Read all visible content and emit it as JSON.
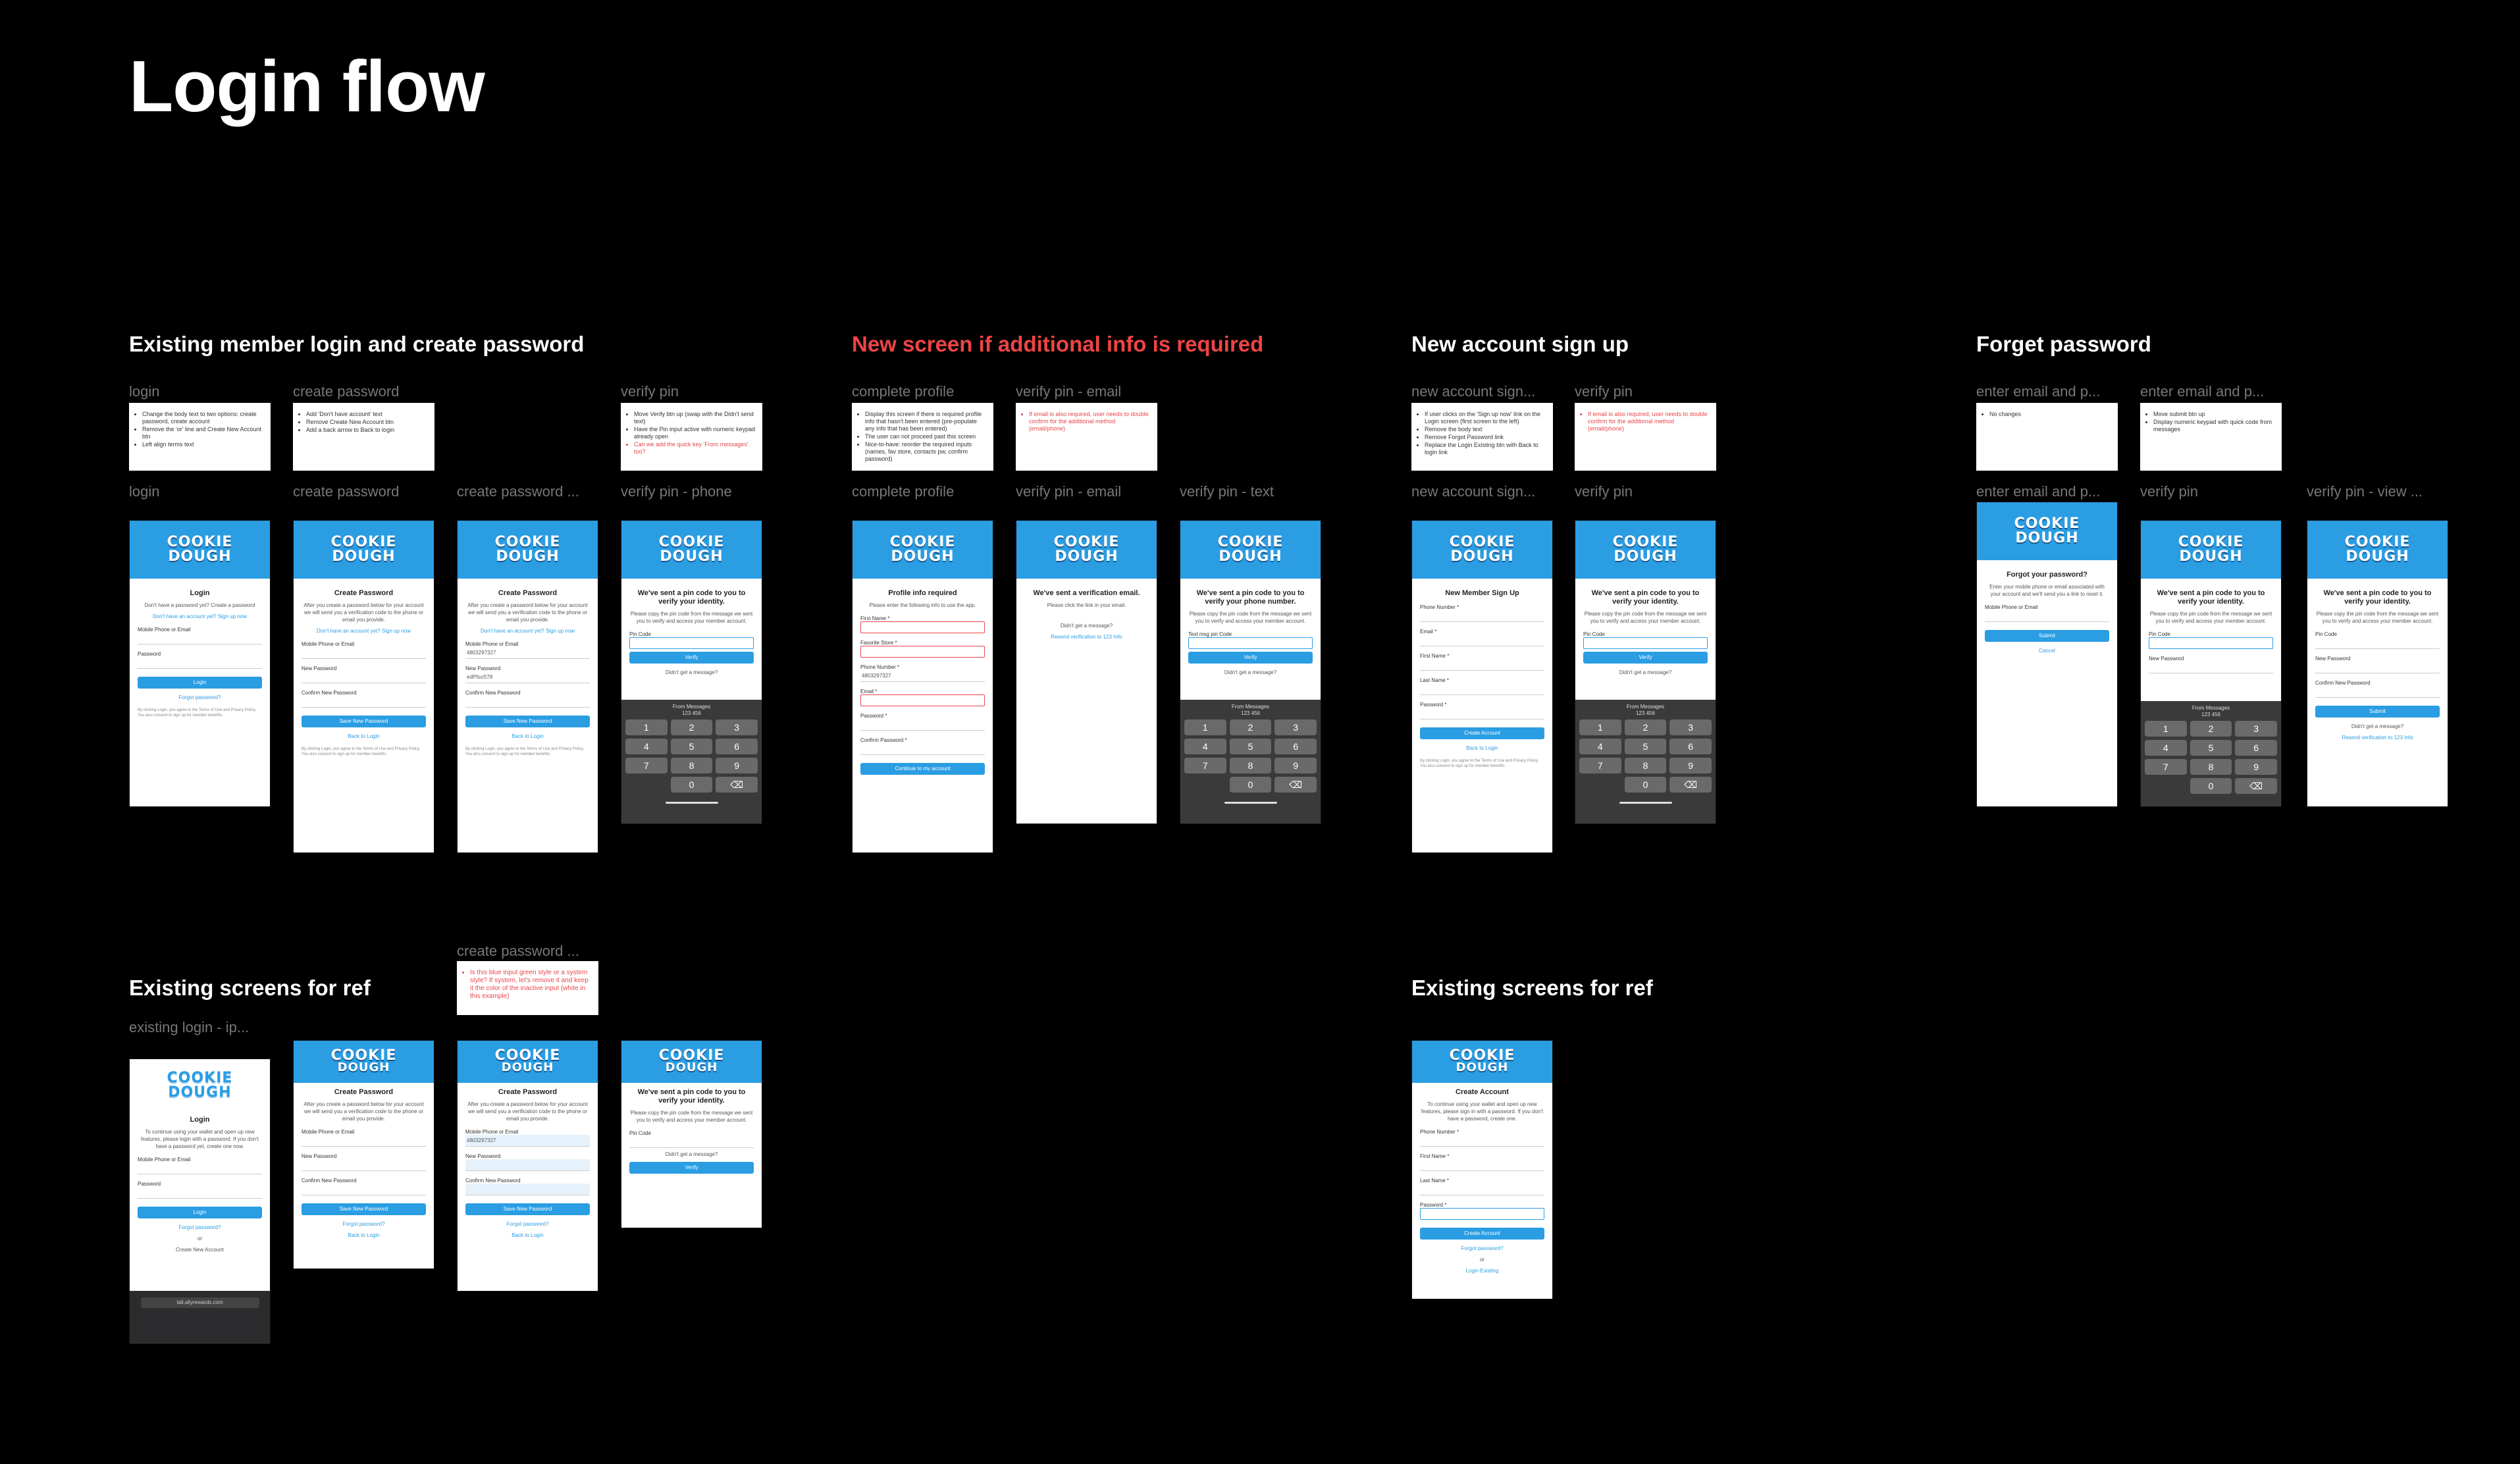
{
  "page": {
    "title": "Login flow"
  },
  "sections": {
    "existing_login": "Existing member login and create password",
    "new_screen": "New screen if additional info is required",
    "new_account": "New account sign up",
    "forget_password": "Forget password",
    "ref_left": "Existing screens for ref",
    "ref_right": "Existing screens for ref"
  },
  "labels": {
    "login": "login",
    "create_password": "create password",
    "verify_pin": "verify pin",
    "login2": "login",
    "create_password2": "create password",
    "create_password_trunc": "create password ...",
    "verify_pin_phone": "verify pin - phone",
    "complete_profile": "complete profile",
    "verify_pin_email": "verify pin - email",
    "complete_profile2": "complete profile",
    "verify_pin_email2": "verify pin - email",
    "verify_pin_text": "verify pin - text",
    "new_account_sign": "new account sign...",
    "verify_pin_na": "verify pin",
    "new_account_sign2": "new account sign...",
    "verify_pin_na2": "verify pin",
    "enter_email": "enter email and p...",
    "enter_email2": "enter email and p...",
    "enter_email3": "enter email and p...",
    "verify_pin_fp": "verify pin",
    "verify_pin_view": "verify pin - view ...",
    "create_password_ref": "create password ...",
    "existing_login_ip": "existing login - ip..."
  },
  "notes": {
    "login": [
      "Change the body text to two options: create password, create account",
      "Remove the 'or' line and Create New Account btn",
      "Left align terms text"
    ],
    "create_password": [
      "Add 'Don't have account' text",
      "Remove Create New Account btn",
      "Add a back arrow to Back to login"
    ],
    "verify_pin": [
      "Move Verify btn up (swap with the Didn't send text)",
      "Have the Pin input active with numeric keypad already open"
    ],
    "verify_pin_red": "Can we add the quick key 'From messages' too?",
    "complete_profile": [
      "Display this screen if there is required profile info that hasn't been entered (pre-populate any info that has been entered)",
      "The user can not proceed past this screen",
      "Nice-to-have: reorder the required inputs (names, fav store, contacts pw, confirm password)"
    ],
    "verify_email": "If email is also required, user needs to double confirm for the additional method (email/phone)",
    "new_account": [
      "If user clicks on the 'Sign up now' link on the Login screen (first screen to the left)",
      "Remove the body text",
      "Remove Forgot Password link",
      "Replace the Login Existing btn with Back to login link"
    ],
    "verify_na": "If email is also required, user needs to double confirm for the additional method (email/phone)",
    "enter_email": [
      "No changes"
    ],
    "enter_email2": [
      "Move submit btn up",
      "Display numeric keypad with quick code from messages"
    ],
    "create_password_ref": "Is this blue input green style or a system style? If system, let's remove it and keep it the color of the inactive input (white in this example)"
  },
  "screens": {
    "logo_top": "COOKIE",
    "logo_bottom": "DOUGH",
    "login_title": "Login",
    "login_sub": "Don't have a password yet? Create a password",
    "login_sub2": "Don't have an account yet? Sign up now",
    "mobile_label": "Mobile Phone or Email",
    "password_label": "Password",
    "login_btn": "Login",
    "forgot": "Forgot password?",
    "fine": "By clicking Login, you agree to the Terms of Use and Privacy Policy. You also consent to sign up for member benefits.",
    "cp_title": "Create Password",
    "cp_sub": "After you create a password below for your account we will send you a verification code to the phone or email you provide.",
    "cp_sub2": "Don't have an account yet? Sign up now",
    "new_password": "New Password",
    "confirm_password": "Confirm New Password",
    "save_btn": "Save New Password",
    "back_login": "Back to Login",
    "phone_val": "4803297327",
    "pw_val": "edPfsoS78",
    "pin_title": "We've sent a pin code to you to verify your identity.",
    "pin_sub": "Please copy the pin code from the message we sent you to verify and access your member account.",
    "pin_code": "Pin Code",
    "verify_btn": "Verify",
    "didnt_get": "Didn't get a message?",
    "from_messages": "From Messages",
    "quick_code": "123 456",
    "keys": [
      "1",
      "2",
      "3",
      "4",
      "5",
      "6",
      "7",
      "8",
      "9",
      "",
      "0",
      "⌫"
    ],
    "profile_title": "Profile info required",
    "profile_sub": "Please enter the following info to use the app.",
    "first_name": "First Name *",
    "fav_store": "Favorite Store *",
    "phone_number": "Phone Number *",
    "email": "Email *",
    "password_star": "Password *",
    "confirm_star": "Confirm Password *",
    "continue_btn": "Continue to my account",
    "email_sent_title": "We've sent a verification email.",
    "email_sent_sub": "Please click the link in your email.",
    "resend": "Resend verification to 123 Info",
    "text_title": "We've sent a pin code to you to verify your phone number.",
    "text_pin": "Text msg pin Code",
    "new_member_title": "New Member Sign Up",
    "last_name": "Last Name *",
    "create_account_btn": "Create Account",
    "fp_title": "Forgot your password?",
    "fp_sub": "Enter your mobile phone or email associated with your account and we'll send you a link to reset it.",
    "submit_btn": "Submit",
    "cancel": "Cancel",
    "ref_login_sub": "To continue using your wallet and open up new features, please login with a password. If you don't have a password yet, create one now.",
    "create_new_account": "Create New Account",
    "url": "tall.allyrewards.com",
    "create_account_title": "Create Account",
    "ref_ca_sub": "To continue using your wallet and open up new features, please sign in with a password. If you don't have a password, create one.",
    "or": "or",
    "login_existing": "Login Existing"
  }
}
